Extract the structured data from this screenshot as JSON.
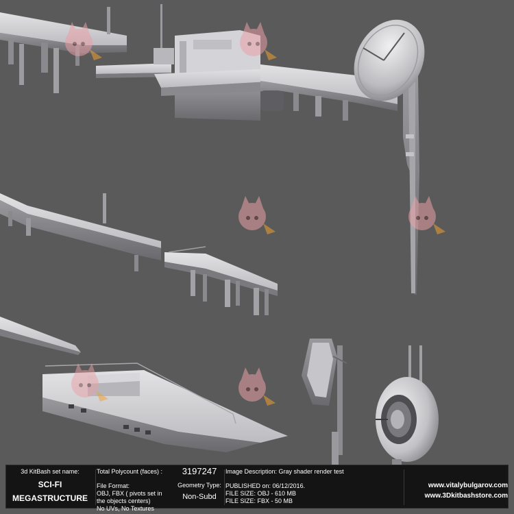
{
  "info": {
    "set_label": "3d KitBash set name:",
    "set_name_line1": "SCI-FI",
    "set_name_line2": "MEGASTRUCTURE",
    "polycount_label": "Total Polycount (faces) :",
    "polycount_value": "3197247",
    "file_format_label": "File Format:",
    "file_format_line1": "OBJ, FBX ( pivots set in",
    "file_format_line2": "the objects centers)",
    "file_format_line3": "No UVs, No Textures",
    "geometry_label": "Geometry Type:",
    "geometry_value": "Non-Subd",
    "image_description": "Image Description: Gray shader render test",
    "published": "PUBLISHED on: 06/12/2016.",
    "file_size_obj": "FILE SIZE: OBJ - 610 MB",
    "file_size_fbx": "FILE SIZE: FBX - 50 MB",
    "website1": "www.vitalybulgarov.com",
    "website2": "www.3Dkitbashstore.com"
  },
  "colors": {
    "background": "#5a5a5a",
    "model_light": "#d9d9dc",
    "model_mid": "#a9a9ad",
    "model_dark": "#6c6c70",
    "watermark_pink": "#e8a0a6",
    "watermark_orange": "#f0a030",
    "infobar": "#141414"
  },
  "icons": {
    "watermark": "anime-mascot-watermark-icon"
  }
}
